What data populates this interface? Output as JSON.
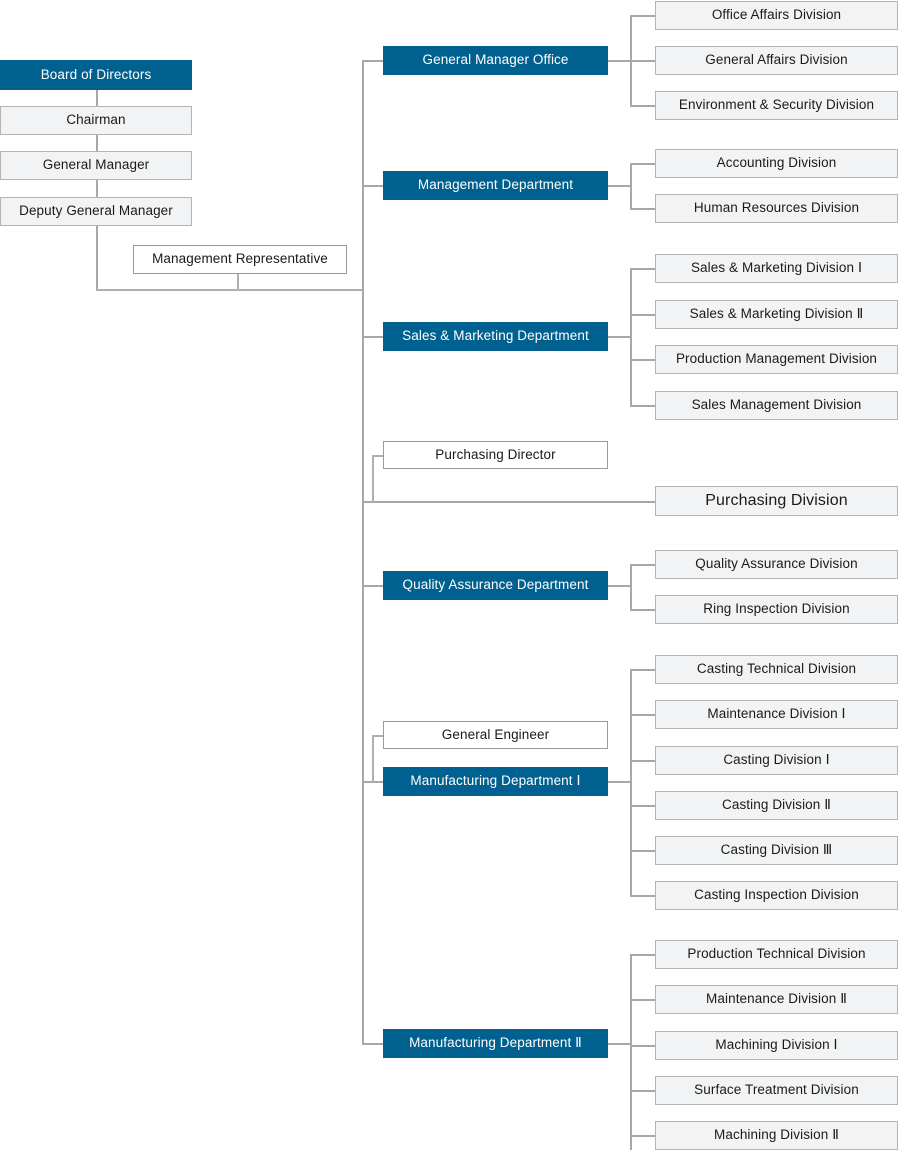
{
  "meta": {
    "title": "Organization Chart",
    "accent_color": "#00608f",
    "box_fill_grey": "#f2f3f4",
    "box_fill_white": "#ffffff",
    "border_color": "#b4b4b4",
    "line_color": "#a8a8a8",
    "background": "#ffffff"
  },
  "executive_chain": [
    {
      "label": "Board of Directors",
      "style": "blue"
    },
    {
      "label": "Chairman",
      "style": "grey"
    },
    {
      "label": "General Manager",
      "style": "grey"
    },
    {
      "label": "Deputy General Manager",
      "style": "grey"
    }
  ],
  "staff_nodes": [
    {
      "label": "Management Representative",
      "style": "white"
    },
    {
      "label": "Purchasing Director",
      "style": "white"
    },
    {
      "label": "General Engineer",
      "style": "white"
    }
  ],
  "departments": [
    {
      "label": "General Manager Office",
      "style": "blue",
      "divisions": [
        {
          "label": "Office Affairs Division"
        },
        {
          "label": "General Affairs Division"
        },
        {
          "label": "Environment & Security Division"
        }
      ]
    },
    {
      "label": "Management Department",
      "style": "blue",
      "divisions": [
        {
          "label": "Accounting Division"
        },
        {
          "label": "Human Resources Division"
        }
      ]
    },
    {
      "label": "Sales & Marketing Department",
      "style": "blue",
      "divisions": [
        {
          "label": "Sales & Marketing Division Ⅰ"
        },
        {
          "label": "Sales & Marketing Division Ⅱ"
        },
        {
          "label": "Production Management Division"
        },
        {
          "label": "Sales Management Division"
        }
      ]
    },
    {
      "label": "Purchasing Division",
      "style": "grey-big",
      "divisions": []
    },
    {
      "label": "Quality Assurance Department",
      "style": "blue",
      "divisions": [
        {
          "label": "Quality Assurance Division"
        },
        {
          "label": "Ring Inspection Division"
        }
      ]
    },
    {
      "label": "Manufacturing Department Ⅰ",
      "style": "blue",
      "divisions": [
        {
          "label": "Casting Technical Division"
        },
        {
          "label": "Maintenance Division Ⅰ"
        },
        {
          "label": "Casting Division Ⅰ"
        },
        {
          "label": "Casting Division Ⅱ"
        },
        {
          "label": "Casting Division Ⅲ"
        },
        {
          "label": "Casting Inspection Division"
        }
      ]
    },
    {
      "label": "Manufacturing Department Ⅱ",
      "style": "blue",
      "divisions": [
        {
          "label": "Production Technical Division"
        },
        {
          "label": "Maintenance Division Ⅱ"
        },
        {
          "label": "Machining Division Ⅰ"
        },
        {
          "label": "Surface Treatment Division"
        },
        {
          "label": "Machining Division Ⅱ"
        }
      ]
    }
  ]
}
